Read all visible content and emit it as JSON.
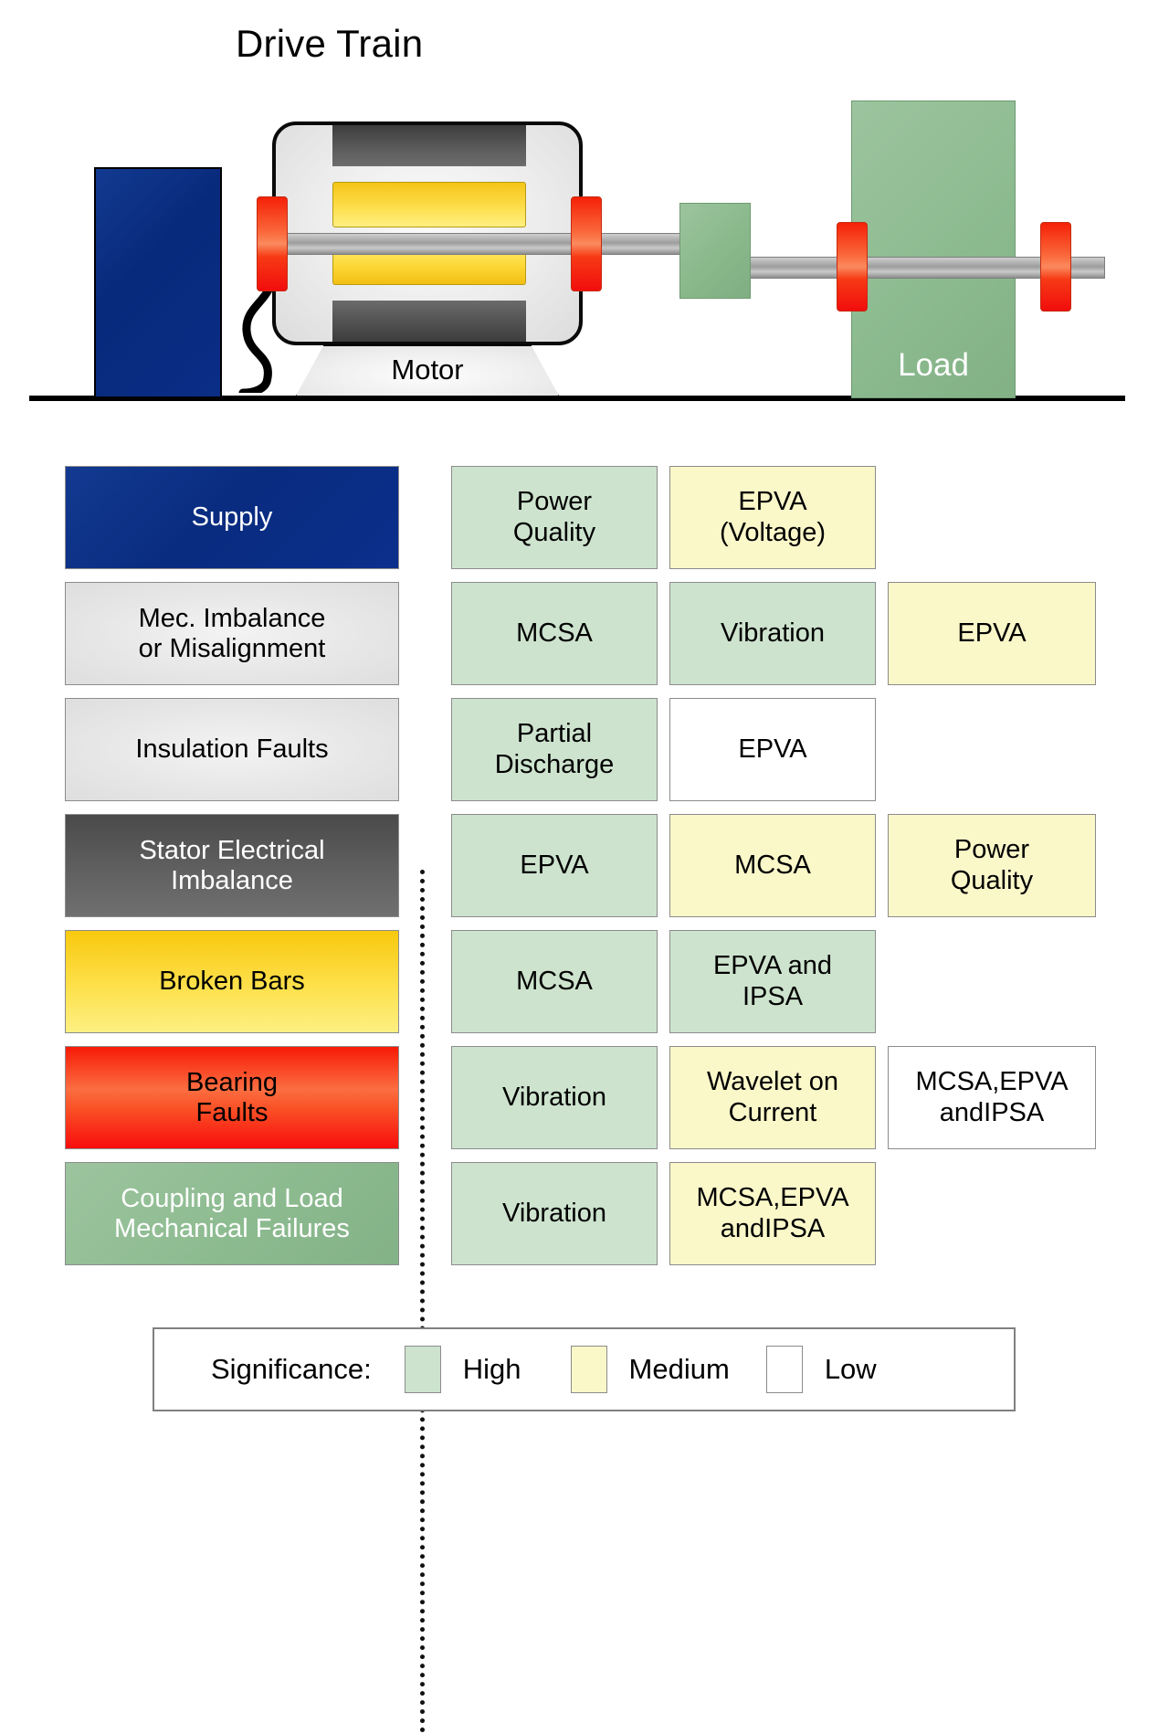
{
  "diagram": {
    "title": "Drive Train",
    "components": {
      "supply": "Supply",
      "motor": "Motor",
      "load": "Load"
    },
    "colors": {
      "supply_blue": "#0a2d86",
      "stator_dark_gray": "#5d5d5d",
      "rotor_yellow": "#fdd93a",
      "bearing_red": "#f52107",
      "load_green": "#8dbb90",
      "significance_high": "#cde3ce",
      "significance_medium": "#faf7c9",
      "significance_low": "#ffffff"
    }
  },
  "matrix": {
    "rows": [
      {
        "fault": "Supply",
        "fault_style": "supply",
        "methods": [
          {
            "label": "Power\nQuality",
            "significance": "high"
          },
          {
            "label": "EPVA\n(Voltage)",
            "significance": "medium"
          },
          {
            "label": "",
            "significance": "none"
          }
        ]
      },
      {
        "fault": "Mec. Imbalance\nor Misalignment",
        "fault_style": "light",
        "methods": [
          {
            "label": "MCSA",
            "significance": "high"
          },
          {
            "label": "Vibration",
            "significance": "high"
          },
          {
            "label": "EPVA",
            "significance": "medium"
          }
        ]
      },
      {
        "fault": "Insulation Faults",
        "fault_style": "light",
        "methods": [
          {
            "label": "Partial\nDischarge",
            "significance": "high"
          },
          {
            "label": "EPVA",
            "significance": "low"
          },
          {
            "label": "",
            "significance": "none"
          }
        ]
      },
      {
        "fault": "Stator Electrical\nImbalance",
        "fault_style": "dark",
        "methods": [
          {
            "label": "EPVA",
            "significance": "high"
          },
          {
            "label": "MCSA",
            "significance": "medium"
          },
          {
            "label": "Power\nQuality",
            "significance": "medium"
          }
        ]
      },
      {
        "fault": "Broken Bars",
        "fault_style": "yellow",
        "methods": [
          {
            "label": "MCSA",
            "significance": "high"
          },
          {
            "label": "EPVA and\nIPSA",
            "significance": "high"
          },
          {
            "label": "",
            "significance": "none"
          }
        ]
      },
      {
        "fault": "Bearing\nFaults",
        "fault_style": "red",
        "methods": [
          {
            "label": "Vibration",
            "significance": "high"
          },
          {
            "label": "Wavelet on\nCurrent",
            "significance": "medium"
          },
          {
            "label": "MCSA,EPVA\nandIPSA",
            "significance": "low"
          }
        ]
      },
      {
        "fault": "Coupling and Load\nMechanical Failures",
        "fault_style": "green",
        "methods": [
          {
            "label": "Vibration",
            "significance": "high"
          },
          {
            "label": "MCSA,EPVA\nandIPSA",
            "significance": "medium"
          },
          {
            "label": "",
            "significance": "none"
          }
        ]
      }
    ]
  },
  "legend": {
    "title": "Significance:",
    "entries": [
      {
        "label": "High",
        "significance": "high"
      },
      {
        "label": "Medium",
        "significance": "medium"
      },
      {
        "label": "Low",
        "significance": "low"
      }
    ]
  }
}
